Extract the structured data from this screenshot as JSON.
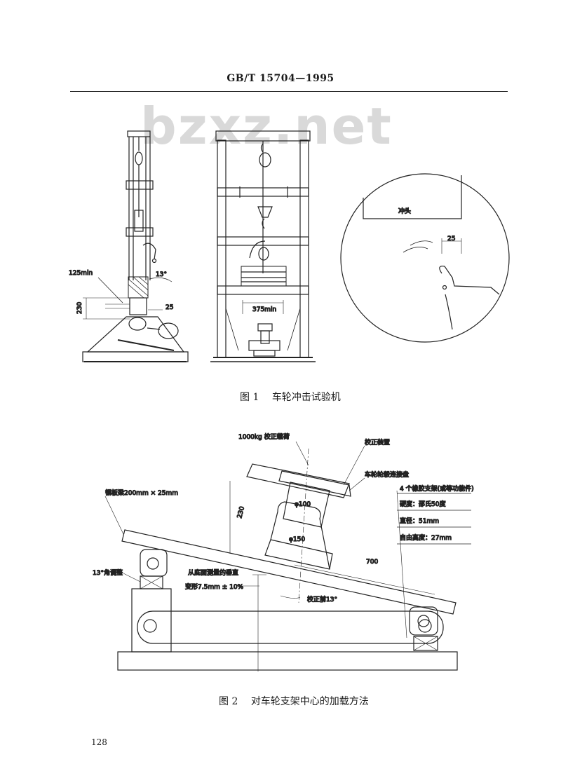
{
  "header": {
    "standard_number": "GB/T 15704—1995"
  },
  "watermark": "bzxz.net",
  "figure1": {
    "caption_number": "图 1",
    "caption_text": "车轮冲击试验机",
    "labels": {
      "min_125": "125min",
      "angle_13": "13°",
      "dim_230": "230",
      "dim_25": "25",
      "min_375": "375min",
      "punch": "冲头",
      "detail_25": "25"
    }
  },
  "figure2": {
    "caption_number": "图 2",
    "caption_text": "对车轮支架中心的加载方法",
    "labels": {
      "load": "1000kg 校正载荷",
      "calibration_device": "校正装置",
      "hub_plate": "车轮轮毂连接盘",
      "rubber_supports": "4 个橡胶支架(或等功能件)",
      "hardness": "硬度：邵氏50度",
      "diameter": "直径：51mm",
      "free_height": "自由高度：27mm",
      "steel_beam": "钢板梁200mm × 25mm",
      "dia_100": "φ100",
      "dia_150": "φ150",
      "dim_230": "230",
      "dim_700": "700",
      "adjust_13": "13°角调整",
      "vertical_from_bottom": "从底面测量的垂直",
      "deformation": "变形7.5mm ± 10%",
      "before_calibration": "校正前13°"
    }
  },
  "page_number": "128"
}
